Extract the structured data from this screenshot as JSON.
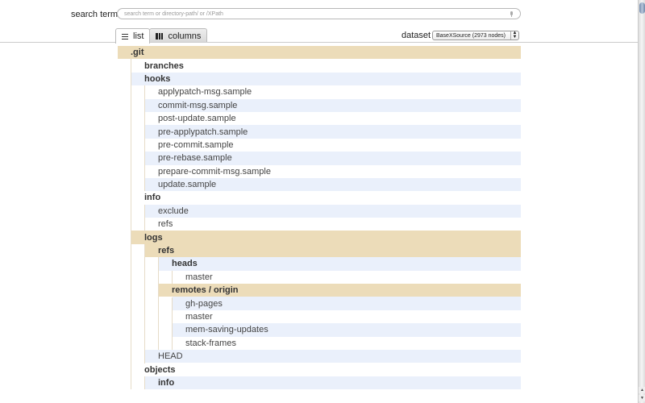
{
  "search": {
    "label": "search term",
    "placeholder": "search term or directory-path/ or /XPath",
    "value": ""
  },
  "view_tabs": [
    {
      "label": "list",
      "icon": "list-icon",
      "active": true
    },
    {
      "label": "columns",
      "icon": "columns-icon",
      "active": false
    }
  ],
  "dataset": {
    "label": "dataset",
    "selected": "BaseXSource (2973 nodes)"
  },
  "colors": {
    "expanded_row": "#ecdcb9",
    "alt_row": "#eaf0fb",
    "guide_line": "#e6dcc8"
  },
  "tree": [
    {
      "label": ".git",
      "level": 0,
      "type": "dir",
      "bg": "tan"
    },
    {
      "label": "branches",
      "level": 1,
      "type": "dir",
      "bg": "white"
    },
    {
      "label": "hooks",
      "level": 1,
      "type": "dir",
      "bg": "blue"
    },
    {
      "label": "applypatch-msg.sample",
      "level": 2,
      "type": "file",
      "bg": "white"
    },
    {
      "label": "commit-msg.sample",
      "level": 2,
      "type": "file",
      "bg": "blue"
    },
    {
      "label": "post-update.sample",
      "level": 2,
      "type": "file",
      "bg": "white"
    },
    {
      "label": "pre-applypatch.sample",
      "level": 2,
      "type": "file",
      "bg": "blue"
    },
    {
      "label": "pre-commit.sample",
      "level": 2,
      "type": "file",
      "bg": "white"
    },
    {
      "label": "pre-rebase.sample",
      "level": 2,
      "type": "file",
      "bg": "blue"
    },
    {
      "label": "prepare-commit-msg.sample",
      "level": 2,
      "type": "file",
      "bg": "white"
    },
    {
      "label": "update.sample",
      "level": 2,
      "type": "file",
      "bg": "blue"
    },
    {
      "label": "info",
      "level": 1,
      "type": "dir",
      "bg": "white"
    },
    {
      "label": "exclude",
      "level": 2,
      "type": "file",
      "bg": "blue"
    },
    {
      "label": "refs",
      "level": 2,
      "type": "file",
      "bg": "white"
    },
    {
      "label": "logs",
      "level": 1,
      "type": "dir",
      "bg": "tan"
    },
    {
      "label": "refs",
      "level": 2,
      "type": "dir",
      "bg": "tan"
    },
    {
      "label": "heads",
      "level": 3,
      "type": "dir",
      "bg": "blue"
    },
    {
      "label": "master",
      "level": 4,
      "type": "file",
      "bg": "white"
    },
    {
      "label": "remotes / origin",
      "level": 3,
      "type": "dir",
      "bg": "tan"
    },
    {
      "label": "gh-pages",
      "level": 4,
      "type": "file",
      "bg": "blue"
    },
    {
      "label": "master",
      "level": 4,
      "type": "file",
      "bg": "white"
    },
    {
      "label": "mem-saving-updates",
      "level": 4,
      "type": "file",
      "bg": "blue"
    },
    {
      "label": "stack-frames",
      "level": 4,
      "type": "file",
      "bg": "white"
    },
    {
      "label": "HEAD",
      "level": 2,
      "type": "file",
      "bg": "blue"
    },
    {
      "label": "objects",
      "level": 1,
      "type": "dir",
      "bg": "white"
    },
    {
      "label": "info",
      "level": 2,
      "type": "dir",
      "bg": "blue"
    }
  ]
}
